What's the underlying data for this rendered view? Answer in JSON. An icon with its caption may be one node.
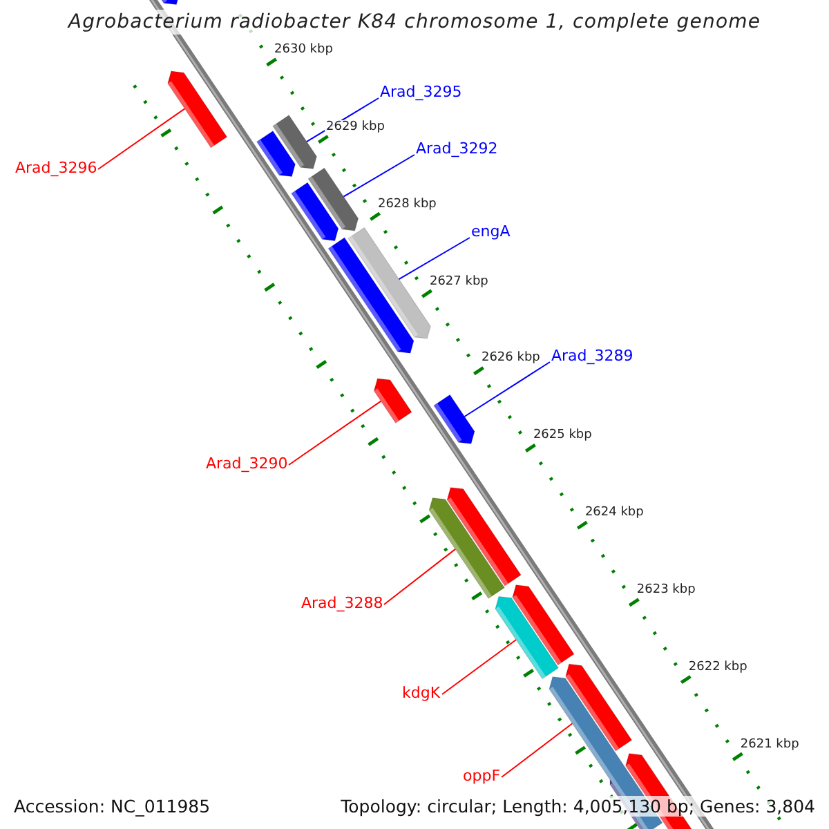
{
  "diagram": {
    "title": "Agrobacterium radiobacter K84 chromosome 1, complete genome",
    "nodes": [
      {
        "text": [
          "Arad_3295"
        ]
      },
      {
        "text": [
          "Arad_3292"
        ]
      },
      {
        "text": [
          "Arad_3296"
        ]
      },
      {
        "text": [
          "engA"
        ]
      },
      {
        "text": [
          "Arad_3289"
        ]
      },
      {
        "text": [
          "Arad_3290"
        ]
      },
      {
        "text": [
          "Arad_3288"
        ]
      },
      {
        "text": [
          "kdgK"
        ]
      },
      {
        "text": [
          "oppF"
        ]
      },
      {
        "text": [],
        "shape": "bar"
      },
      {
        "text": [],
        "shape": "bar"
      },
      {
        "text": [],
        "shape": "bar"
      },
      {
        "text": [],
        "shape": "bar"
      },
      {
        "text": [],
        "shape": "bar"
      },
      {
        "text": [],
        "shape": "bar"
      },
      {
        "text": [],
        "shape": "bar"
      },
      {
        "text": [],
        "shape": "bar"
      },
      {
        "text": [],
        "shape": "bar"
      }
    ],
    "edges": [
      {
        "from": 0,
        "to": 10,
        "arrow": "none",
        "color": "#0000ff"
      },
      {
        "from": 1,
        "to": 11,
        "arrow": "none",
        "color": "#0000ff"
      },
      {
        "from": 2,
        "to": 9,
        "arrow": "none"
      },
      {
        "from": 3,
        "to": 12,
        "arrow": "none",
        "color": "#0000ff"
      },
      {
        "from": 4,
        "to": 14,
        "arrow": "none",
        "color": "#0000ff"
      },
      {
        "from": 5,
        "to": 13,
        "arrow": "none"
      },
      {
        "from": 6,
        "to": 15,
        "arrow": "none"
      },
      {
        "from": 7,
        "to": 16,
        "arrow": "none"
      },
      {
        "from": 8,
        "to": 17,
        "arrow": "none"
      }
    ],
    "labels": [
      "2630 kbp",
      "2629 kbp",
      "2628 kbp",
      "2627 kbp",
      "2626 kbp",
      "2625 kbp",
      "2624 kbp",
      "2623 kbp",
      "2622 kbp",
      "2621 kbp",
      "Accession: NC_011985",
      "Topology: circular; Length: 4,005,130 bp; Genes: 3,804"
    ]
  }
}
